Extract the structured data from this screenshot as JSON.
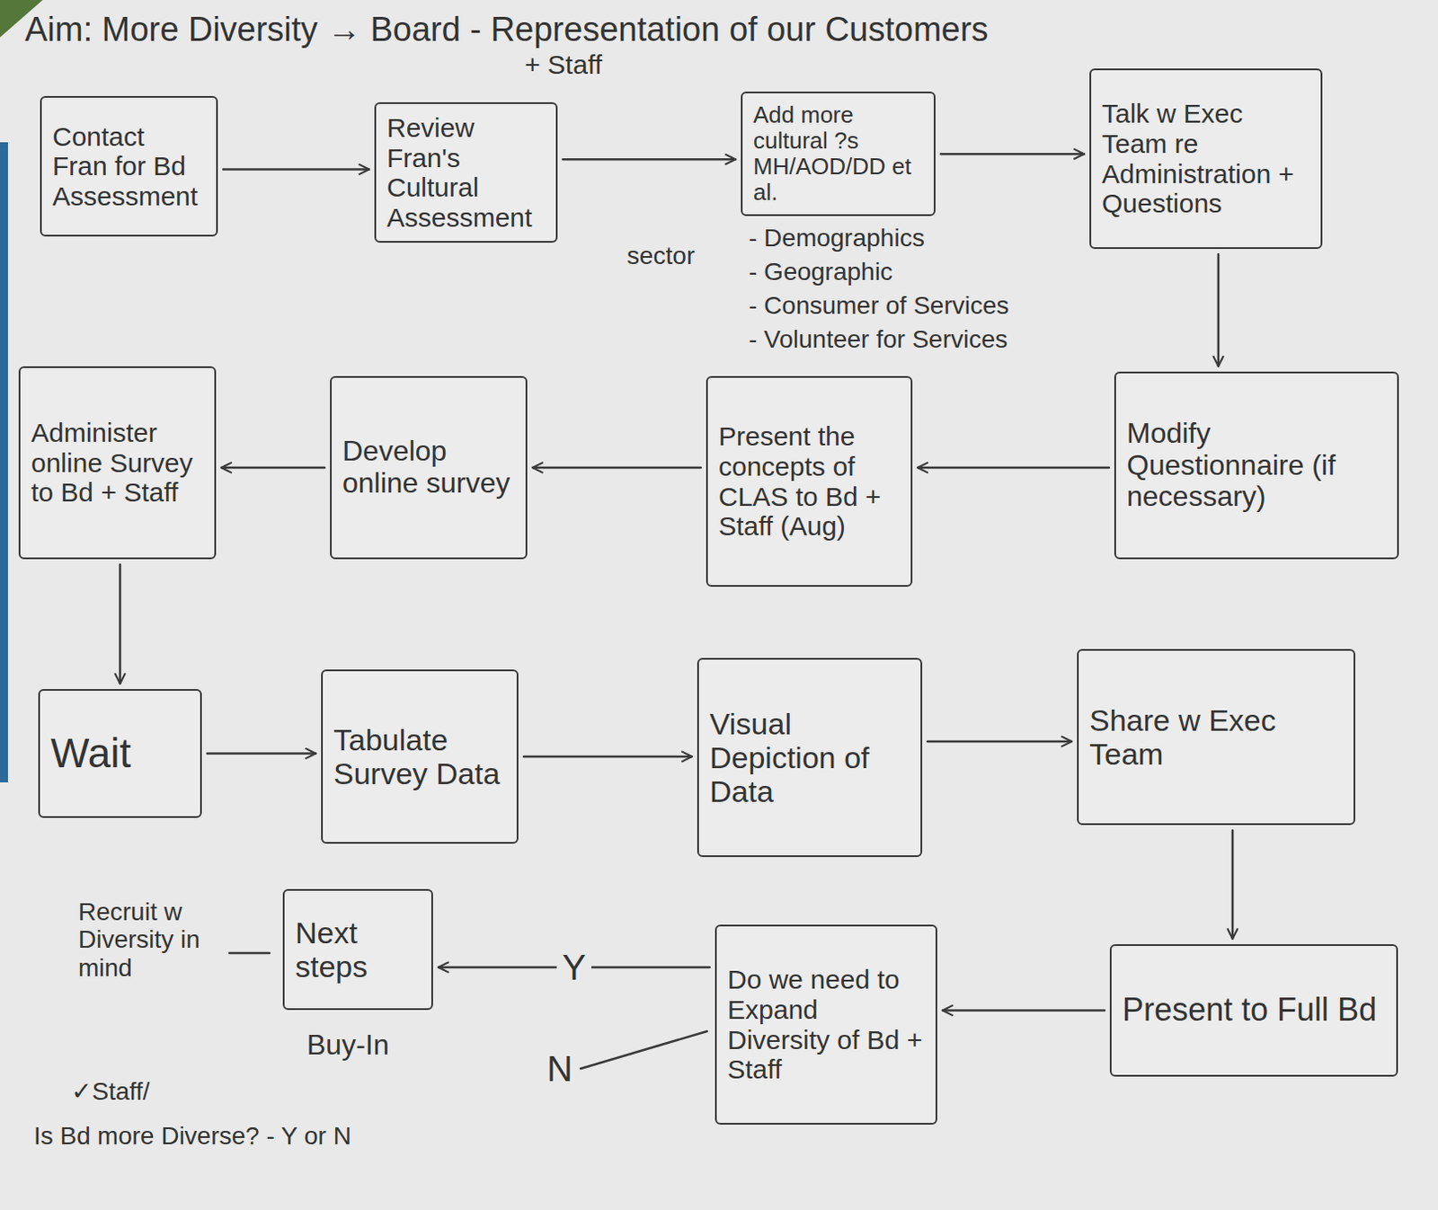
{
  "diagram": {
    "title": "Aim: More Diversity → Board - Representation of our Customers",
    "nodes": [
      {
        "text": [
          "Contact Fran for Bd Assessment"
        ]
      },
      {
        "text": [
          "Review Fran's Cultural Assessment"
        ]
      },
      {
        "text": [
          "Add more cultural ?s MH/AOD/DD et al."
        ]
      },
      {
        "text": [
          "Talk w Exec Team re Administration + Questions"
        ]
      },
      {
        "text": [
          "Modify Questionnaire (if necessary)"
        ]
      },
      {
        "text": [
          "Present the concepts of CLAS to Bd + Staff (Aug)"
        ]
      },
      {
        "text": [
          "Develop online survey"
        ]
      },
      {
        "text": [
          "Administer online Survey to Bd + Staff"
        ]
      },
      {
        "text": [
          "Wait"
        ]
      },
      {
        "text": [
          "Tabulate Survey Data"
        ]
      },
      {
        "text": [
          "Visual Depiction of Data"
        ]
      },
      {
        "text": [
          "Share w Exec Team"
        ]
      },
      {
        "text": [
          "Present to Full Bd"
        ]
      },
      {
        "text": [
          "Do we need to Expand Diversity of Bd + Staff"
        ]
      },
      {
        "text": [
          "Next steps"
        ]
      }
    ],
    "edges": [
      {
        "from": 0,
        "to": 1,
        "arrow": "to"
      },
      {
        "from": 1,
        "to": 2,
        "arrow": "to"
      },
      {
        "from": 2,
        "to": 3,
        "arrow": "to"
      },
      {
        "from": 3,
        "to": 4,
        "arrow": "to"
      },
      {
        "from": 4,
        "to": 5,
        "arrow": "to"
      },
      {
        "from": 5,
        "to": 6,
        "arrow": "to"
      },
      {
        "from": 6,
        "to": 7,
        "arrow": "to"
      },
      {
        "from": 7,
        "to": 8,
        "arrow": "to"
      },
      {
        "from": 8,
        "to": 9,
        "arrow": "to"
      },
      {
        "from": 9,
        "to": 10,
        "arrow": "to"
      },
      {
        "from": 10,
        "to": 11,
        "arrow": "to"
      },
      {
        "from": 11,
        "to": 12,
        "arrow": "to"
      },
      {
        "from": 12,
        "to": 13,
        "arrow": "to"
      },
      {
        "from": 13,
        "to": 14,
        "label": "Y",
        "arrow": "to"
      }
    ],
    "labels": [
      "+ Staff",
      "sector",
      "- Demographics",
      "- Geographic",
      "- Consumer of Services",
      "- Volunteer for Services",
      "N",
      "Recruit w Diversity in mind",
      "Buy-In",
      "✓Staff/",
      "Is Bd more Diverse? - Y or N"
    ]
  }
}
